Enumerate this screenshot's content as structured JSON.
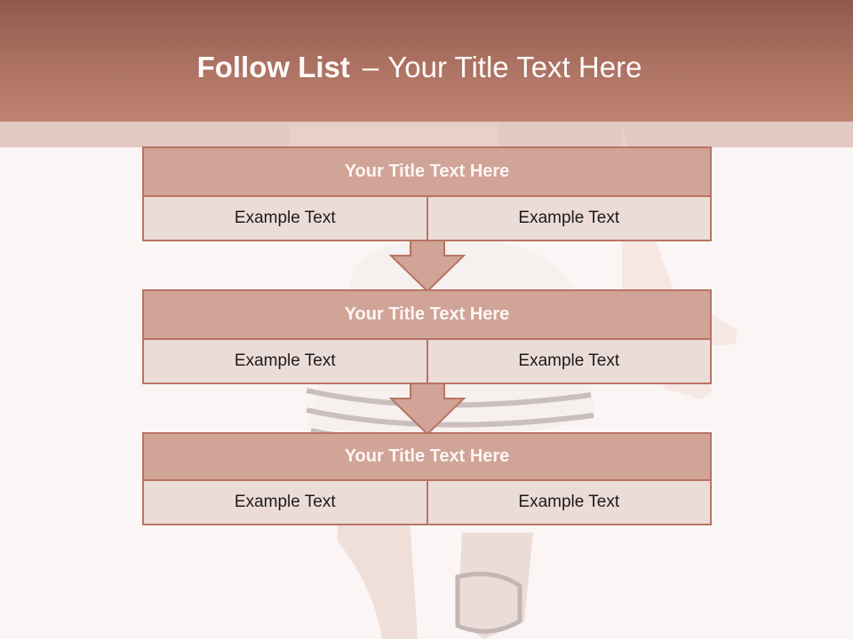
{
  "header": {
    "title_bold": "Follow List",
    "title_dash": "–",
    "title_rest": "Your Title Text Here"
  },
  "blocks": [
    {
      "title": "Your Title Text Here",
      "left": "Example Text",
      "right": "Example Text"
    },
    {
      "title": "Your Title Text Here",
      "left": "Example Text",
      "right": "Example Text"
    },
    {
      "title": "Your Title Text Here",
      "left": "Example Text",
      "right": "Example Text"
    }
  ],
  "colors": {
    "header_top": "#8e5a4c",
    "header_bottom": "#be8372",
    "block_title_fill": "#d0a497",
    "block_border": "#b97464",
    "cell_fill": "#ecdcd8",
    "background": "#fbf6f5"
  },
  "icons": [
    "down-arrow-icon",
    "down-arrow-icon"
  ]
}
